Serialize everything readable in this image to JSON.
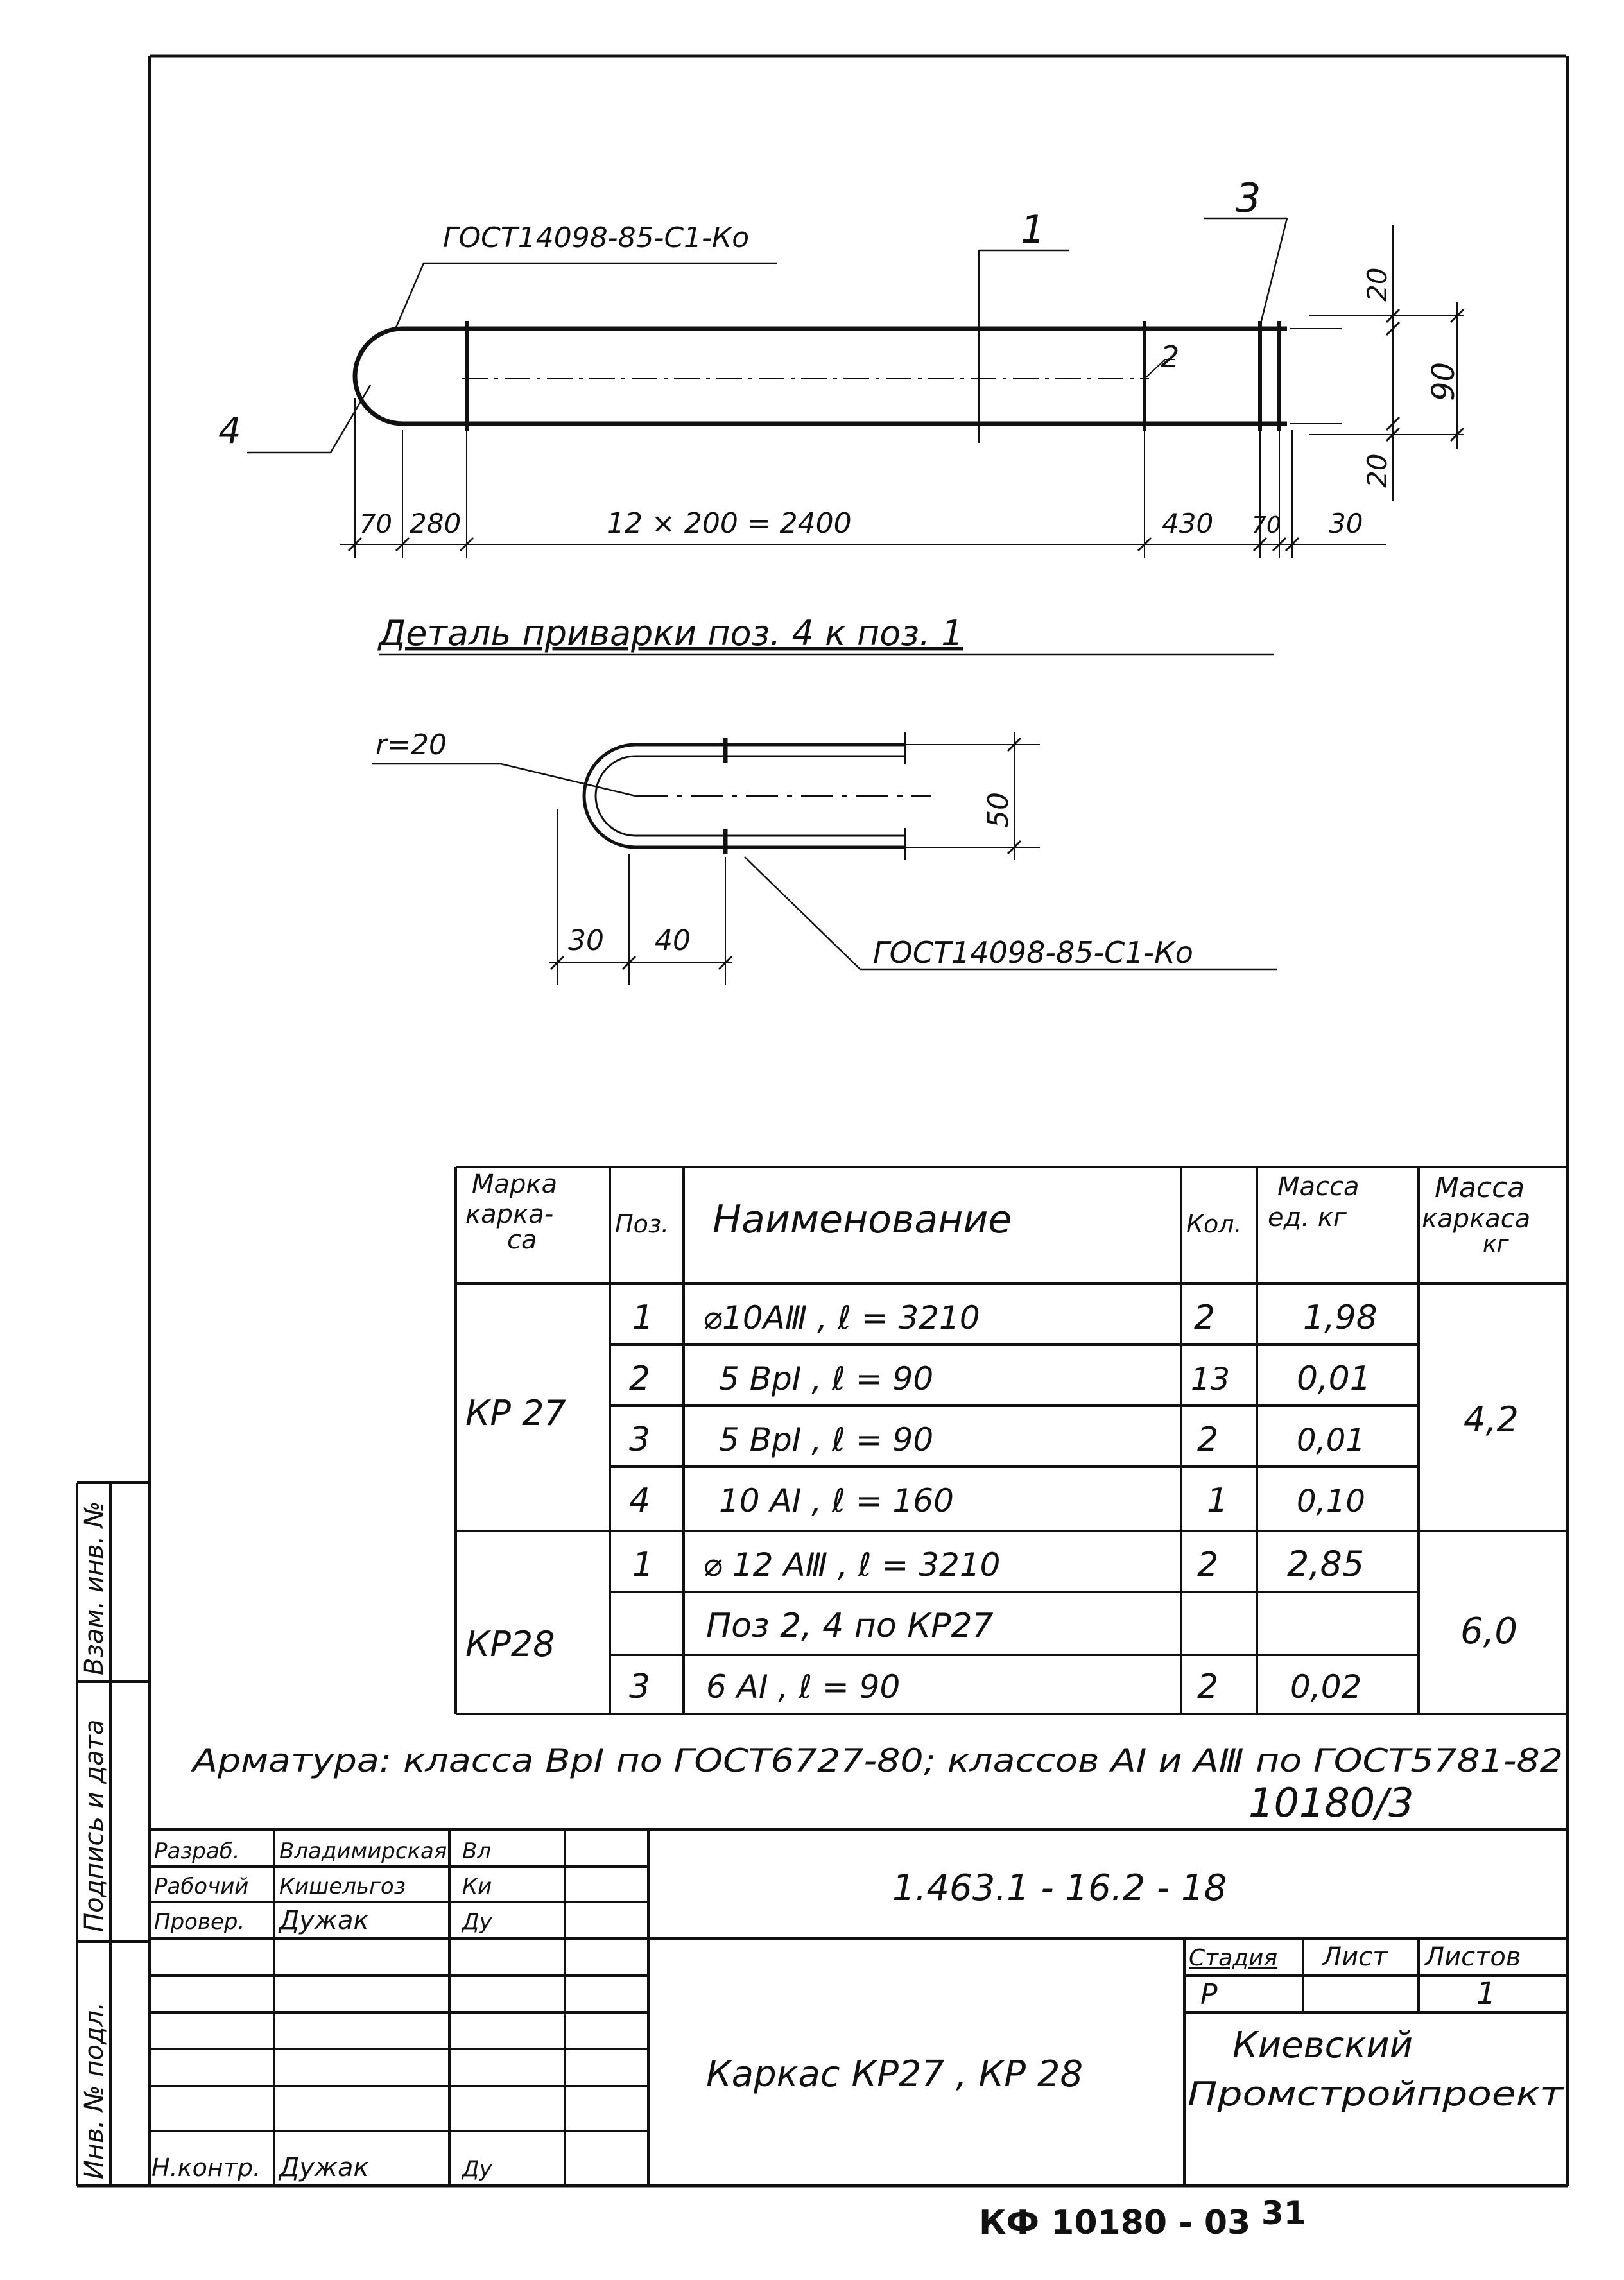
{
  "drawing": {
    "main_frame": {
      "gost_label_top": "ГОСТ14098-85-С1-Ко",
      "callout_1": "1",
      "callout_2": "2",
      "callout_3": "3",
      "callout_4": "4",
      "dim_20_top": "20",
      "dim_90": "90",
      "dim_20_bottom": "20",
      "dim_70_left": "70",
      "dim_280": "280",
      "dim_12x200": "12 × 200 = 2400",
      "dim_430": "430",
      "dim_70_right": "70",
      "dim_30": "30"
    },
    "detail": {
      "title": "Деталь  приварки  поз. 4  к поз. 1",
      "radius": "r=20",
      "dim_50": "50",
      "dim_30": "30",
      "dim_40": "40",
      "gost_label": "ГОСТ14098-85-С1-Ко"
    }
  },
  "spec_table": {
    "headers": {
      "mark": [
        "Марка",
        "карка-",
        "са"
      ],
      "pos": "Поз.",
      "name": "Наименование",
      "qty": "Кол.",
      "unit_mass": [
        "Масса",
        "ед. кг"
      ],
      "frame_mass": [
        "Масса",
        "каркаса",
        "кг"
      ]
    },
    "groups": [
      {
        "mark": "КР 27",
        "frame_mass": "4,2",
        "rows": [
          {
            "pos": "1",
            "name": "⌀10АⅢ , ℓ = 3210",
            "qty": "2",
            "mass": "1,98"
          },
          {
            "pos": "2",
            "name": "5 ВрⅠ , ℓ = 90",
            "qty": "13",
            "mass": "0,01"
          },
          {
            "pos": "3",
            "name": "5 ВрⅠ , ℓ = 90",
            "qty": "2",
            "mass": "0,01"
          },
          {
            "pos": "4",
            "name": "10 АⅠ , ℓ = 160",
            "qty": "1",
            "mass": "0,10"
          }
        ]
      },
      {
        "mark": "КР28",
        "frame_mass": "6,0",
        "rows": [
          {
            "pos": "1",
            "name": "⌀ 12 АⅢ , ℓ = 3210",
            "qty": "2",
            "mass": "2,85"
          },
          {
            "pos": "",
            "name": "Поз 2, 4 по  КР27",
            "qty": "",
            "mass": ""
          },
          {
            "pos": "3",
            "name": "6 АⅠ , ℓ = 90",
            "qty": "2",
            "mass": "0,02"
          }
        ]
      }
    ]
  },
  "note": "Арматура: класса ВрⅠ по ГОСТ6727-80; классов АⅠ и АⅢ по ГОСТ5781-82",
  "archive_number": "10180/3",
  "side_stamp": {
    "cell_1": "Взам. инв. №",
    "cell_2": "Подпись и дата",
    "cell_3": "Инв. № подл."
  },
  "title_block": {
    "roles": [
      {
        "role": "Разраб.",
        "name": "Владимирская",
        "sign": "Вл"
      },
      {
        "role": "Рабочий",
        "name": "Кишельгоз",
        "sign": "Ки"
      },
      {
        "role": "Провер.",
        "name": "Дужак",
        "sign": "Ду"
      },
      {
        "role": "",
        "name": "",
        "sign": ""
      },
      {
        "role": "",
        "name": "",
        "sign": ""
      },
      {
        "role": "",
        "name": "",
        "sign": ""
      },
      {
        "role": "Н.контр.",
        "name": "Дужак",
        "sign": "Ду"
      }
    ],
    "doc_code": "1.463.1 - 16.2 - 18",
    "title": "Каркас  КР27 , КР 28",
    "stage_label": "Стадия",
    "sheet_label": "Лист",
    "sheets_label": "Листов",
    "stage_value": "Р",
    "sheet_value": "",
    "sheets_value": "1",
    "organization_line1": "Киевский",
    "organization_line2": "Промстройпроект"
  },
  "footer": {
    "code": "КФ  10180 - 03",
    "page": "31"
  }
}
